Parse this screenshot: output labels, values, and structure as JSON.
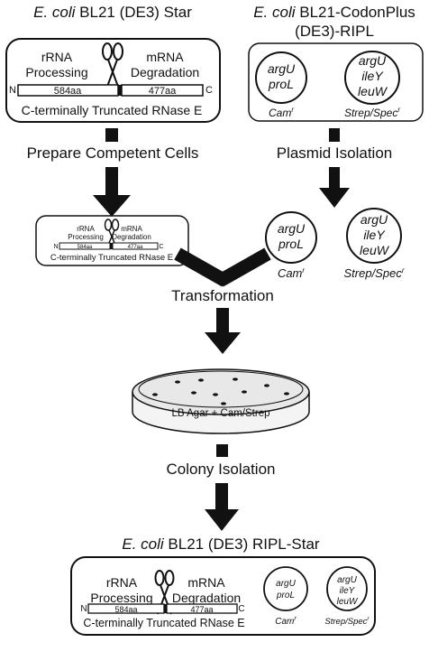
{
  "titles": {
    "left_title_italic": "E. coli",
    "left_title_rest": " BL21 (DE3) Star",
    "right_title_line1_italic": "E. coli",
    "right_title_line1_rest": " BL21-CodonPlus",
    "right_title_line2": "(DE3)-RIPL",
    "final_title_italic": "E. coli",
    "final_title_rest": " BL21 (DE3) RIPL-Star"
  },
  "rnase": {
    "rrna_line1": "rRNA",
    "rrna_line2": "Processing",
    "mrna_line1": "mRNA",
    "mrna_line2": "Degradation",
    "n_label": "N",
    "c_label": "C",
    "segment_left": "584aa",
    "segment_right": "477aa",
    "caption": "C-terminally Truncated RNase E"
  },
  "plasmids": {
    "p1_line1": "argU",
    "p1_line2": "proL",
    "p1_marker_main": "Cam",
    "p1_marker_sup": "r",
    "p2_line1": "argU",
    "p2_line2": "ileY",
    "p2_line3": "leuW",
    "p2_marker_main": "Strep/Spec",
    "p2_marker_sup": "r"
  },
  "steps": {
    "prepare": "Prepare Competent Cells",
    "plasmid_isolation": "Plasmid Isolation",
    "transformation": "Transformation",
    "plate_label": "LB Agar + Cam/Strep",
    "colony_isolation": "Colony Isolation"
  },
  "colors": {
    "stroke": "#111111",
    "plate_fill": "#e8e8e8",
    "plate_rim": "#f4f4f4"
  }
}
